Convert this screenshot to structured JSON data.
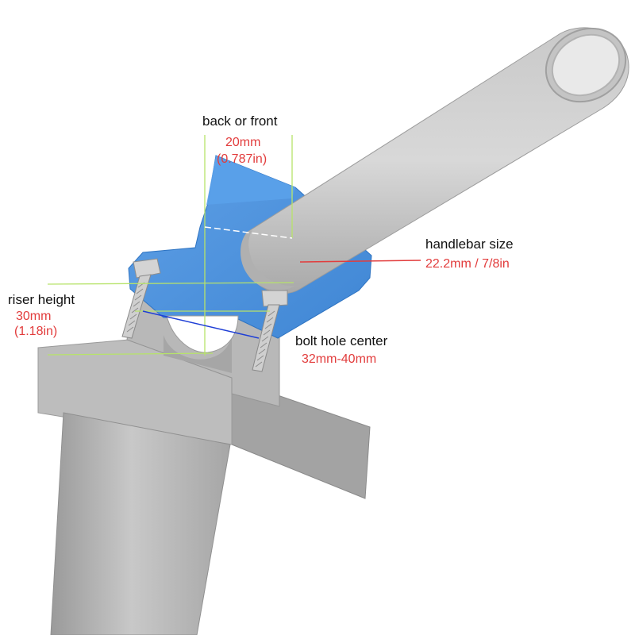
{
  "colors": {
    "riser_blue": "#4a90d9",
    "metal": "#b4b4b4",
    "metal_dark": "#8f8f8f",
    "guide_green": "#b7e36a",
    "dim_red": "#e23c3c",
    "dim_blue": "#1f3fd6",
    "label_black": "#111111"
  },
  "labels": {
    "back_or_front": {
      "title": "back or front",
      "value_mm": "20mm",
      "value_in": "(0.787in)"
    },
    "handlebar_size": {
      "title": "handlebar size",
      "value": "22.2mm / 7/8in"
    },
    "riser_height": {
      "title": "riser height",
      "value_mm": "30mm",
      "value_in": "(1.18in)"
    },
    "bolt_hole_center": {
      "title": "bolt hole center",
      "value": "32mm-40mm"
    }
  }
}
